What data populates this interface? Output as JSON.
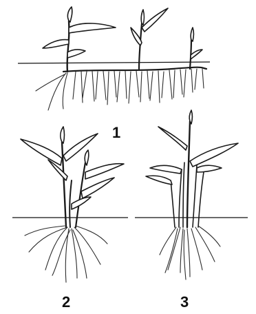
{
  "figure": {
    "labels": {
      "plant_1": "1",
      "plant_2": "2",
      "plant_3": "3"
    },
    "colors": {
      "ink": "#1a1a1a",
      "background": "#ffffff"
    }
  }
}
